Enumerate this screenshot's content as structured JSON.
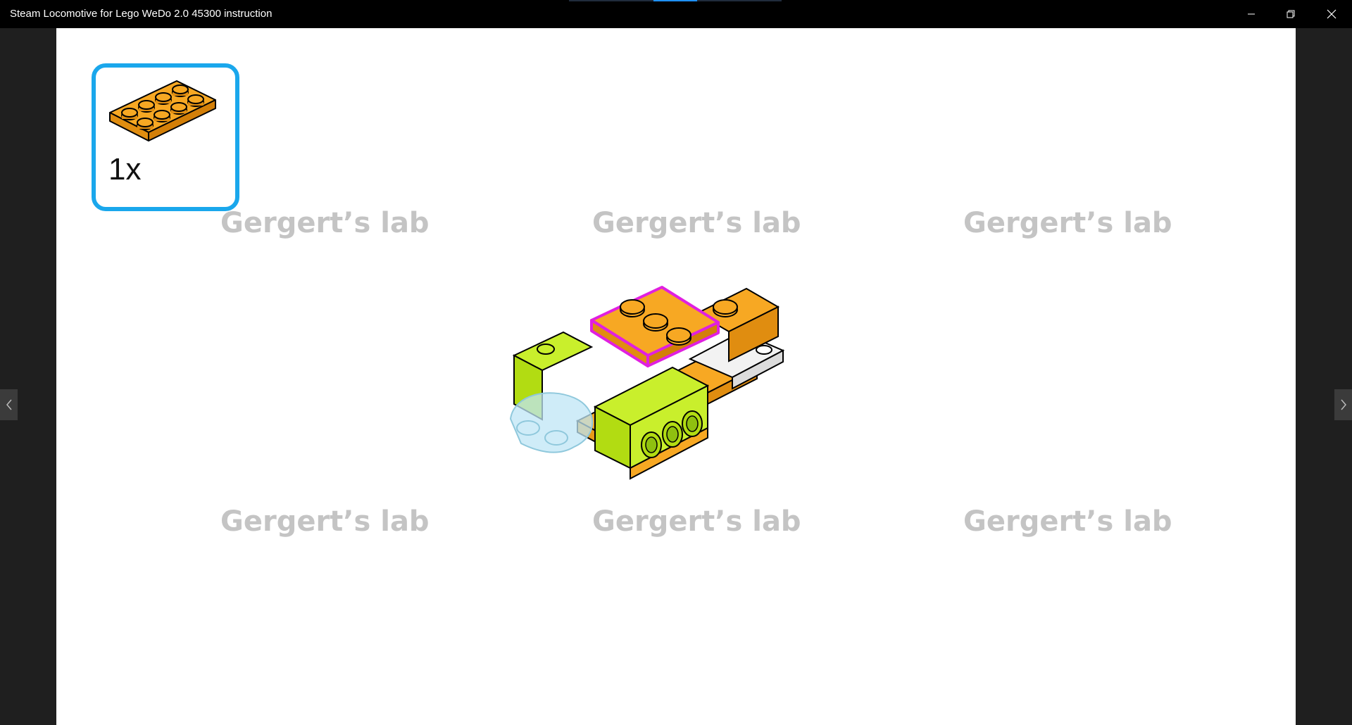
{
  "window": {
    "title": "Steam Locomotive for Lego WeDo 2.0 45300 instruction",
    "controls": [
      "minimize-icon",
      "restore-icon",
      "close-icon"
    ],
    "accent_colors": [
      "#202c3c",
      "#1e90ff"
    ]
  },
  "navigation": {
    "prev_icon": "chevron-left-icon",
    "next_icon": "chevron-right-icon"
  },
  "step": {
    "parts": [
      {
        "part": "plate-2x4",
        "color": "#f7a823",
        "quantity_label": "1x"
      }
    ],
    "parts_box_color": "#1aa7ec",
    "highlight_color": "#e020e0"
  },
  "watermark": {
    "text": "Gergert’s lab",
    "count": 6
  }
}
